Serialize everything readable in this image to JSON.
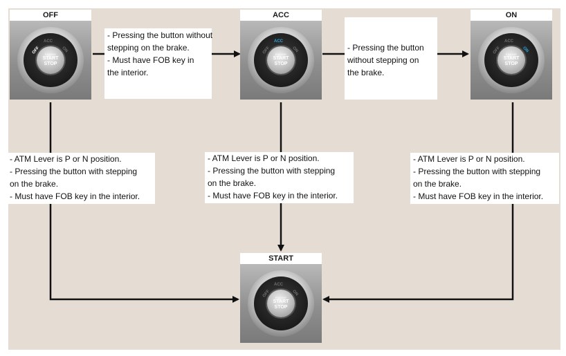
{
  "states": {
    "off": {
      "label": "OFF",
      "positions": [
        "OFF",
        "ACC",
        "ON"
      ],
      "active": "OFF"
    },
    "acc": {
      "label": "ACC",
      "positions": [
        "OFF",
        "ACC",
        "ON"
      ],
      "active": "ACC"
    },
    "on": {
      "label": "ON",
      "positions": [
        "OFF",
        "ACC",
        "ON"
      ],
      "active": "ON"
    },
    "start": {
      "label": "START",
      "positions": [
        "OFF",
        "ACC",
        "ON"
      ],
      "active": ""
    }
  },
  "button_text": [
    "ENGINE",
    "START",
    "STOP"
  ],
  "notes": {
    "off_to_acc": [
      "- Pressing the button without",
      "stepping on the brake.",
      "- Must have FOB key in",
      "the interior."
    ],
    "acc_to_on": [
      "- Pressing the button",
      "without stepping on",
      "the brake."
    ],
    "off_to_start": [
      "- ATM Lever is P or N position.",
      "- Pressing the button with stepping",
      "on the brake.",
      "- Must have FOB key in the interior."
    ],
    "acc_to_start": [
      "- ATM Lever is P or N position.",
      "- Pressing the button with stepping",
      "on the brake.",
      "- Must have FOB key in the interior."
    ],
    "on_to_start": [
      "- ATM Lever is P or N position.",
      "- Pressing the button with stepping",
      "on the brake.",
      "- Must have FOB key in the interior."
    ]
  },
  "colors": {
    "panel": "#e5ddd3",
    "active_position": "#29a8e0",
    "wire": "#111111"
  }
}
